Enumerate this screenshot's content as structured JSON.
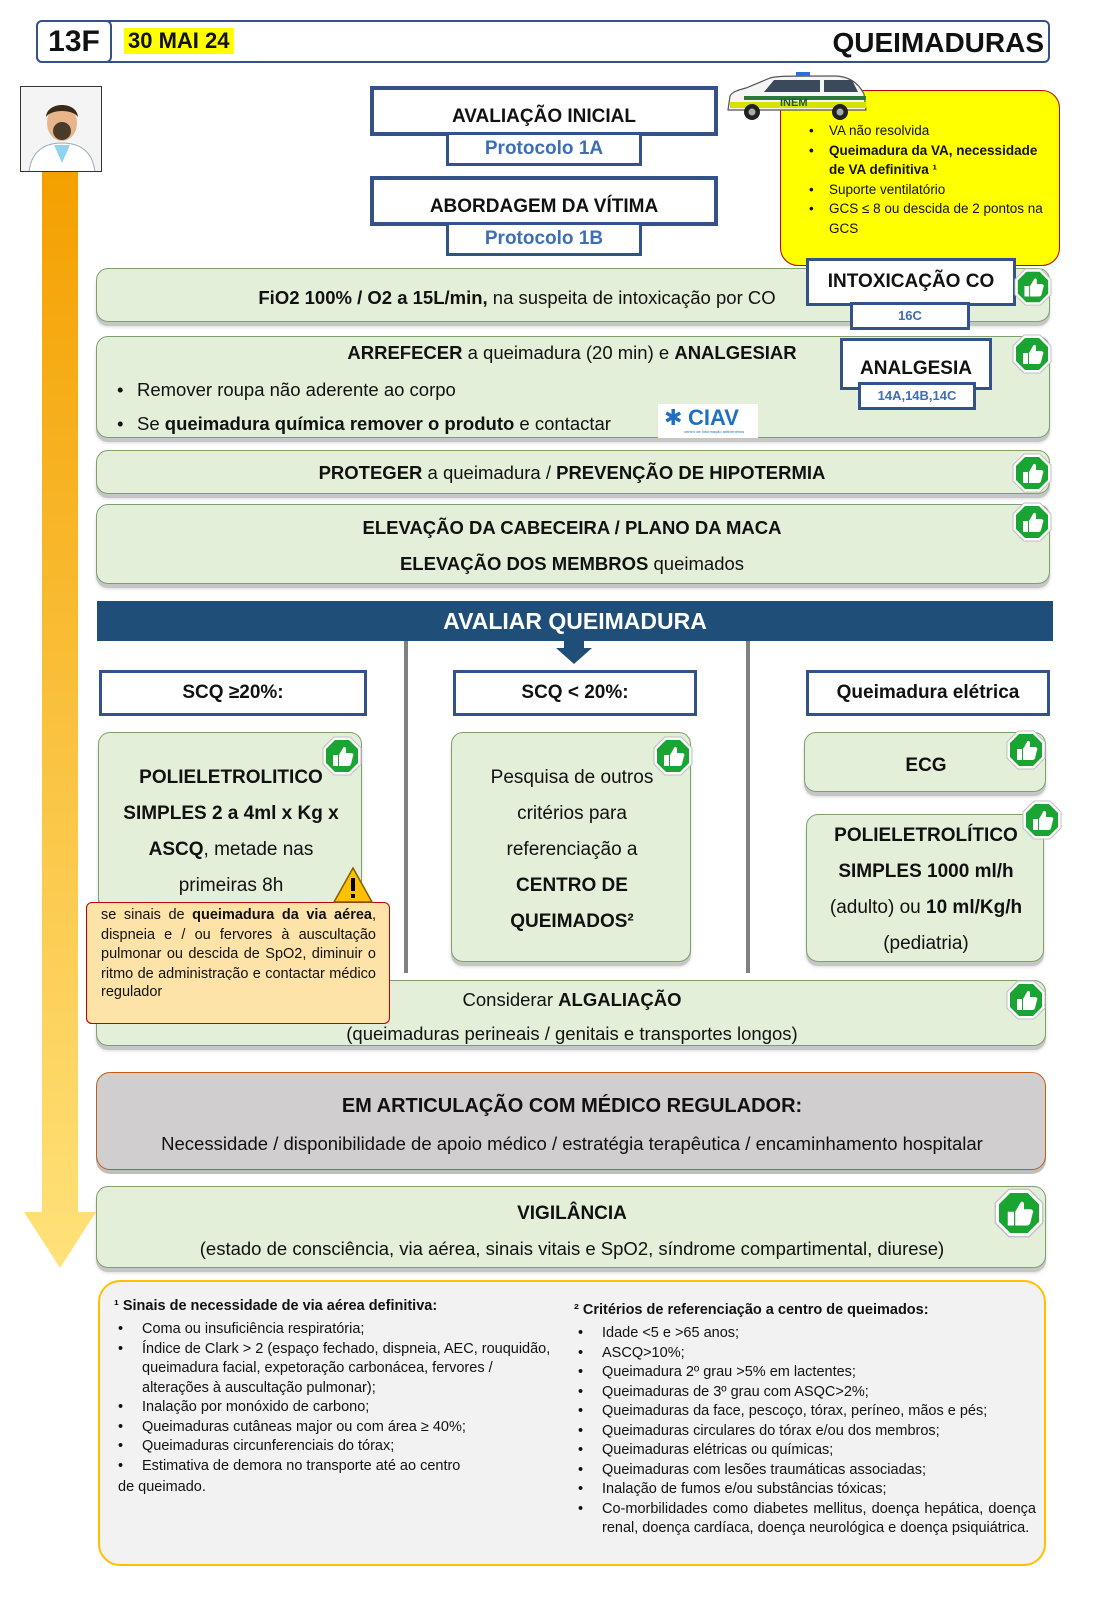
{
  "header": {
    "code": "13F",
    "date": "30 MAI 24",
    "title": "QUEIMADURAS"
  },
  "avaliacao": {
    "title": "AVALIAÇÃO INICIAL",
    "protocol": "Protocolo 1A"
  },
  "abordagem": {
    "title": "ABORDAGEM DA VÍTIMA",
    "protocol": "Protocolo 1B"
  },
  "ambulance": {
    "label": "INEM"
  },
  "yellow_box": {
    "items": [
      {
        "text": "VA não resolvida"
      },
      {
        "text": "Queimadura da VA, necessidade de VA definitiva ¹"
      },
      {
        "text": "Suporte ventilatório"
      },
      {
        "text": "GCS ≤ 8 ou descida de 2 pontos na GCS"
      }
    ]
  },
  "fio2": {
    "bold": "FiO2 100% / O2 a 15L/min,",
    "rest": " na suspeita de intoxicação por CO"
  },
  "intox": {
    "title": "INTOXICAÇÃO CO",
    "code": "16C"
  },
  "arrefecer": {
    "bold1": "ARREFECER",
    "mid": " a queimadura (20 min) e ",
    "bold2": "ANALGESIAR",
    "bullet1": "Remover roupa não aderente ao corpo",
    "b2_pre": "Se ",
    "b2_bold": "queimadura química remover o produto",
    "b2_post": " e contactar",
    "ciav": "CIAV",
    "ciav_sub": "centro de informação antivenenos"
  },
  "analgesia": {
    "title": "ANALGESIA",
    "codes": "14A,14B,14C"
  },
  "proteger": {
    "bold1": "PROTEGER",
    "mid": " a queimadura / ",
    "bold2": "PREVENÇÃO DE HIPOTERMIA"
  },
  "elevacao": {
    "line1": "ELEVAÇÃO DA CABECEIRA / PLANO DA MACA",
    "line2_bold": "ELEVAÇÃO DOS MEMBROS",
    "line2_rest": " queimados"
  },
  "avaliar": {
    "title": "AVALIAR QUEIMADURA"
  },
  "col1": {
    "header": "SCQ ≥20%:",
    "l1": "POLIELETROLITICO",
    "l2": "SIMPLES 2 a 4ml x Kg x",
    "l3_bold": "ASCQ",
    "l3_rest": ", metade nas",
    "l4": "primeiras 8h"
  },
  "warning": {
    "pre": "se sinais de ",
    "bold": "queimadura da via aérea",
    "post": ", dispneia e / ou fervores à auscultação pulmonar ou descida de SpO2, diminuir o ritmo de administração e contactar médico regulador"
  },
  "col2": {
    "header": "SCQ < 20%:",
    "l1": "Pesquisa de outros",
    "l2": "critérios para",
    "l3": "referenciação a",
    "l4": "CENTRO DE",
    "l5": "QUEIMADOS²"
  },
  "col3": {
    "header": "Queimadura elétrica",
    "ecg": "ECG",
    "l1": "POLIELETROLÍTICO",
    "l2": "SIMPLES 1000 ml/h",
    "l3_pre": "(adulto) ou ",
    "l3_bold": "10 ml/Kg/h",
    "l4": "(pediatria)"
  },
  "algaliacao": {
    "pre": "Considerar ",
    "bold": "ALGALIAÇÃO",
    "line2": "(queimaduras perineais / genitais e transportes longos)"
  },
  "medico": {
    "title": "EM ARTICULAÇÃO COM MÉDICO REGULADOR:",
    "sub": "Necessidade / disponibilidade de apoio médico / estratégia terapêutica / encaminhamento hospitalar"
  },
  "vigilancia": {
    "title": "VIGILÂNCIA",
    "sub": "(estado de consciência, via aérea, sinais vitais e SpO2, síndrome compartimental, diurese)"
  },
  "notes": {
    "left_title": "¹ Sinais de necessidade de via aérea definitiva:",
    "left_items": [
      {
        "text": "Coma ou insuficiência respiratória;"
      },
      {
        "text": "Índice de Clark > 2 (espaço fechado, dispneia, AEC, rouquidão, queimadura facial, expetoração carbonácea, fervores / alterações à auscultação pulmonar);"
      },
      {
        "text": "Inalação por monóxido de carbono;"
      },
      {
        "text": "Queimaduras cutâneas major ou com área ≥ 40%;"
      },
      {
        "text": "Queimaduras circunferenciais do tórax;"
      },
      {
        "text": "Estimativa de demora no transporte até ao centro"
      }
    ],
    "left_tail": "de queimado.",
    "right_title": "² Critérios de referenciação a centro de queimados:",
    "right_items": [
      {
        "text": "Idade <5 e >65 anos;"
      },
      {
        "text": "ASCQ>10%;"
      },
      {
        "text": "Queimadura 2º grau >5% em lactentes;"
      },
      {
        "text": "Queimaduras de 3º grau com ASQC>2%;"
      },
      {
        "text": "Queimaduras da face, pescoço, tórax, períneo, mãos e pés;"
      },
      {
        "text": "Queimaduras circulares do tórax e/ou dos membros;"
      },
      {
        "text": "Queimaduras elétricas ou químicas;"
      },
      {
        "text": "Queimaduras com lesões traumáticas associadas;"
      },
      {
        "text": "Inalação de fumos e/ou substâncias tóxicas;"
      },
      {
        "text": "Co-morbilidades como diabetes mellitus, doença hepática, doença renal, doença cardíaca, doença neurológica e doença psiquiátrica."
      }
    ]
  },
  "colors": {
    "navy": "#1f4e79",
    "frame": "#34528a",
    "green_bg": "#e3efd9",
    "yellow": "#ffff00",
    "warn_bg": "#fde3a7"
  }
}
